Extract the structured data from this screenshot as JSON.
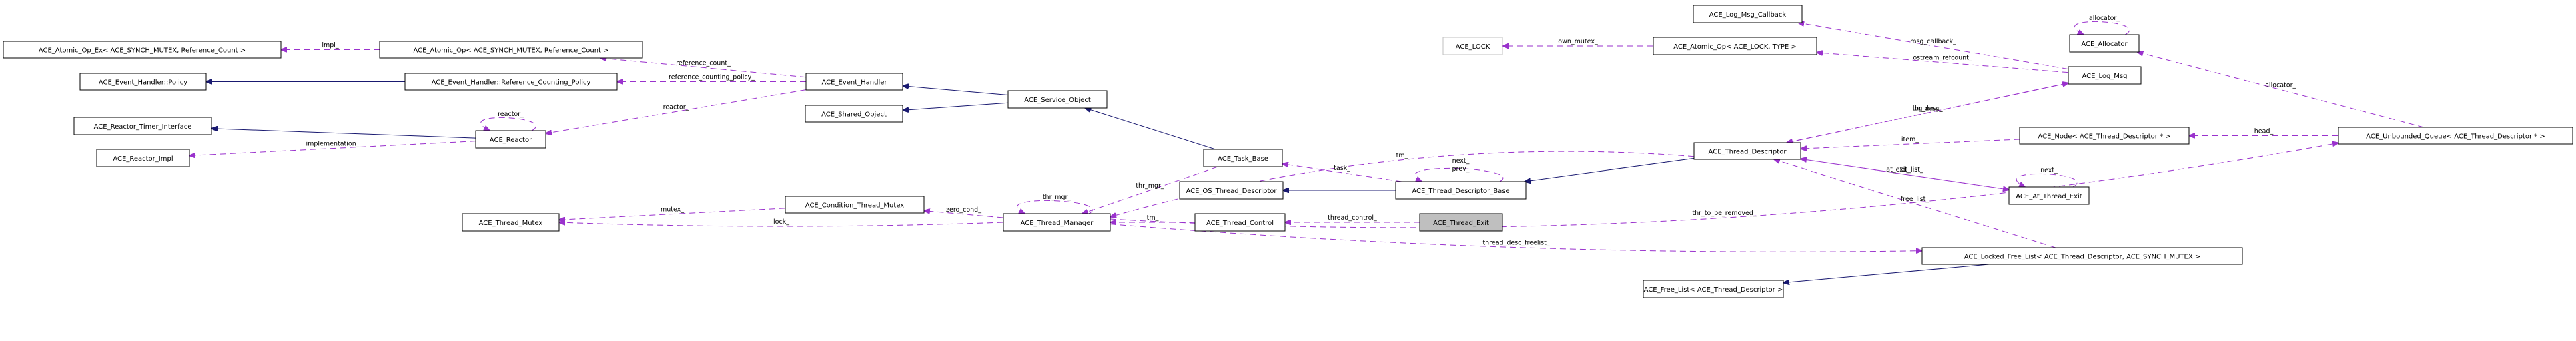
{
  "diagram": {
    "type": "collaboration",
    "focus_node": "ACE_Thread_Exit",
    "colors": {
      "inheritance_edge": "#191970",
      "usage_edge": "#9a32cd",
      "focus_fill": "#bfbfbf",
      "external_border": "#bfbfbf"
    },
    "nodes": [
      {
        "id": "atomic_op_ex",
        "label": "ACE_Atomic_Op_Ex< ACE_SYNCH_MUTEX, Reference_Count >"
      },
      {
        "id": "eh_policy",
        "label": "ACE_Event_Handler::Policy"
      },
      {
        "id": "reactor_timer_interface",
        "label": "ACE_Reactor_Timer_Interface"
      },
      {
        "id": "reactor_impl",
        "label": "ACE_Reactor_Impl"
      },
      {
        "id": "atomic_op_mutex",
        "label": "ACE_Atomic_Op< ACE_SYNCH_MUTEX, Reference_Count >"
      },
      {
        "id": "eh_ref_policy",
        "label": "ACE_Event_Handler::Reference_Counting_Policy"
      },
      {
        "id": "reactor",
        "label": "ACE_Reactor"
      },
      {
        "id": "thread_mutex",
        "label": "ACE_Thread_Mutex"
      },
      {
        "id": "event_handler",
        "label": "ACE_Event_Handler"
      },
      {
        "id": "shared_object",
        "label": "ACE_Shared_Object"
      },
      {
        "id": "condition_thread_mutex",
        "label": "ACE_Condition_Thread_Mutex"
      },
      {
        "id": "service_object",
        "label": "ACE_Service_Object"
      },
      {
        "id": "thread_manager",
        "label": "ACE_Thread_Manager"
      },
      {
        "id": "task_base",
        "label": "ACE_Task_Base"
      },
      {
        "id": "os_thread_descriptor",
        "label": "ACE_OS_Thread_Descriptor"
      },
      {
        "id": "thread_control",
        "label": "ACE_Thread_Control"
      },
      {
        "id": "thread_descriptor_base",
        "label": "ACE_Thread_Descriptor_Base"
      },
      {
        "id": "thread_exit",
        "label": "ACE_Thread_Exit"
      },
      {
        "id": "ace_lock",
        "label": "ACE_LOCK"
      },
      {
        "id": "log_msg_callback",
        "label": "ACE_Log_Msg_Callback"
      },
      {
        "id": "atomic_op_lock",
        "label": "ACE_Atomic_Op< ACE_LOCK, TYPE >"
      },
      {
        "id": "thread_descriptor",
        "label": "ACE_Thread_Descriptor"
      },
      {
        "id": "allocator",
        "label": "ACE_Allocator"
      },
      {
        "id": "log_msg",
        "label": "ACE_Log_Msg"
      },
      {
        "id": "node_td",
        "label": "ACE_Node< ACE_Thread_Descriptor * >"
      },
      {
        "id": "at_thread_exit",
        "label": "ACE_At_Thread_Exit"
      },
      {
        "id": "locked_free_list",
        "label": "ACE_Locked_Free_List< ACE_Thread_Descriptor, ACE_SYNCH_MUTEX >"
      },
      {
        "id": "free_list",
        "label": "ACE_Free_List< ACE_Thread_Descriptor >"
      },
      {
        "id": "unbounded_queue",
        "label": "ACE_Unbounded_Queue< ACE_Thread_Descriptor * >"
      }
    ],
    "edges": [
      {
        "from": "atomic_op_mutex",
        "to": "atomic_op_ex",
        "kind": "usage",
        "label": "impl_"
      },
      {
        "from": "eh_ref_policy",
        "to": "eh_policy",
        "kind": "inherit",
        "label": ""
      },
      {
        "from": "event_handler",
        "to": "atomic_op_mutex",
        "kind": "usage",
        "label": "reference_count_"
      },
      {
        "from": "event_handler",
        "to": "eh_ref_policy",
        "kind": "usage",
        "label": "reference_counting_policy_"
      },
      {
        "from": "event_handler",
        "to": "reactor",
        "kind": "usage",
        "label": "reactor_"
      },
      {
        "from": "reactor",
        "to": "reactor_timer_interface",
        "kind": "inherit",
        "label": ""
      },
      {
        "from": "reactor",
        "to": "reactor_impl",
        "kind": "usage",
        "label": "implementation_"
      },
      {
        "from": "reactor",
        "to": "reactor",
        "kind": "usage",
        "label": "reactor_"
      },
      {
        "from": "service_object",
        "to": "event_handler",
        "kind": "inherit",
        "label": ""
      },
      {
        "from": "service_object",
        "to": "shared_object",
        "kind": "inherit",
        "label": ""
      },
      {
        "from": "task_base",
        "to": "service_object",
        "kind": "inherit",
        "label": ""
      },
      {
        "from": "condition_thread_mutex",
        "to": "thread_mutex",
        "kind": "usage",
        "label": "mutex_"
      },
      {
        "from": "thread_manager",
        "to": "condition_thread_mutex",
        "kind": "usage",
        "label": "zero_cond_"
      },
      {
        "from": "thread_manager",
        "to": "thread_mutex",
        "kind": "usage",
        "label": "lock_"
      },
      {
        "from": "thread_manager",
        "to": "thread_manager",
        "kind": "usage",
        "label": "thr_mgr_"
      },
      {
        "from": "task_base",
        "to": "thread_manager",
        "kind": "usage",
        "label": "thr_mgr_"
      },
      {
        "from": "thread_descriptor",
        "to": "thread_manager",
        "kind": "usage",
        "label": "tm_"
      },
      {
        "from": "thread_control",
        "to": "thread_manager",
        "kind": "usage",
        "label": "tm_"
      },
      {
        "from": "thread_descriptor_base",
        "to": "task_base",
        "kind": "usage",
        "label": "task_"
      },
      {
        "from": "thread_descriptor_base",
        "to": "os_thread_descriptor",
        "kind": "inherit",
        "label": ""
      },
      {
        "from": "thread_descriptor_base",
        "to": "thread_descriptor_base",
        "kind": "usage",
        "label": "next_\nprev_"
      },
      {
        "from": "thread_exit",
        "to": "thread_control",
        "kind": "usage",
        "label": "thread_control_"
      },
      {
        "from": "thread_descriptor",
        "to": "thread_descriptor_base",
        "kind": "inherit",
        "label": ""
      },
      {
        "from": "atomic_op_lock",
        "to": "ace_lock",
        "kind": "usage",
        "label": "own_mutex_"
      },
      {
        "from": "log_msg",
        "to": "log_msg_callback",
        "kind": "usage",
        "label": "msg_callback_"
      },
      {
        "from": "log_msg",
        "to": "atomic_op_lock",
        "kind": "usage",
        "label": "ostream_refcount_"
      },
      {
        "from": "thread_descriptor",
        "to": "log_msg",
        "kind": "usage",
        "label": "log_msg_"
      },
      {
        "from": "log_msg",
        "to": "thread_descriptor",
        "kind": "usage",
        "label": "thr_desc_"
      },
      {
        "from": "node_td",
        "to": "thread_descriptor",
        "kind": "usage",
        "label": "item_"
      },
      {
        "from": "at_thread_exit",
        "to": "thread_descriptor",
        "kind": "usage",
        "label": "td_"
      },
      {
        "from": "thread_descriptor",
        "to": "at_thread_exit",
        "kind": "usage",
        "label": "at_exit_list_"
      },
      {
        "from": "at_thread_exit",
        "to": "at_thread_exit",
        "kind": "usage",
        "label": "next_"
      },
      {
        "from": "locked_free_list",
        "to": "thread_descriptor",
        "kind": "usage",
        "label": "free_list_"
      },
      {
        "from": "allocator",
        "to": "allocator",
        "kind": "usage",
        "label": "allocator_"
      },
      {
        "from": "unbounded_queue",
        "to": "allocator",
        "kind": "usage",
        "label": "allocator_"
      },
      {
        "from": "unbounded_queue",
        "to": "node_td",
        "kind": "usage",
        "label": "head_"
      },
      {
        "from": "thread_manager",
        "to": "locked_free_list",
        "kind": "usage",
        "label": "thread_desc_freelist_"
      },
      {
        "from": "locked_free_list",
        "to": "free_list",
        "kind": "inherit",
        "label": ""
      },
      {
        "from": "thread_manager",
        "to": "unbounded_queue",
        "kind": "usage",
        "label": "thr_to_be_removed_"
      }
    ]
  }
}
